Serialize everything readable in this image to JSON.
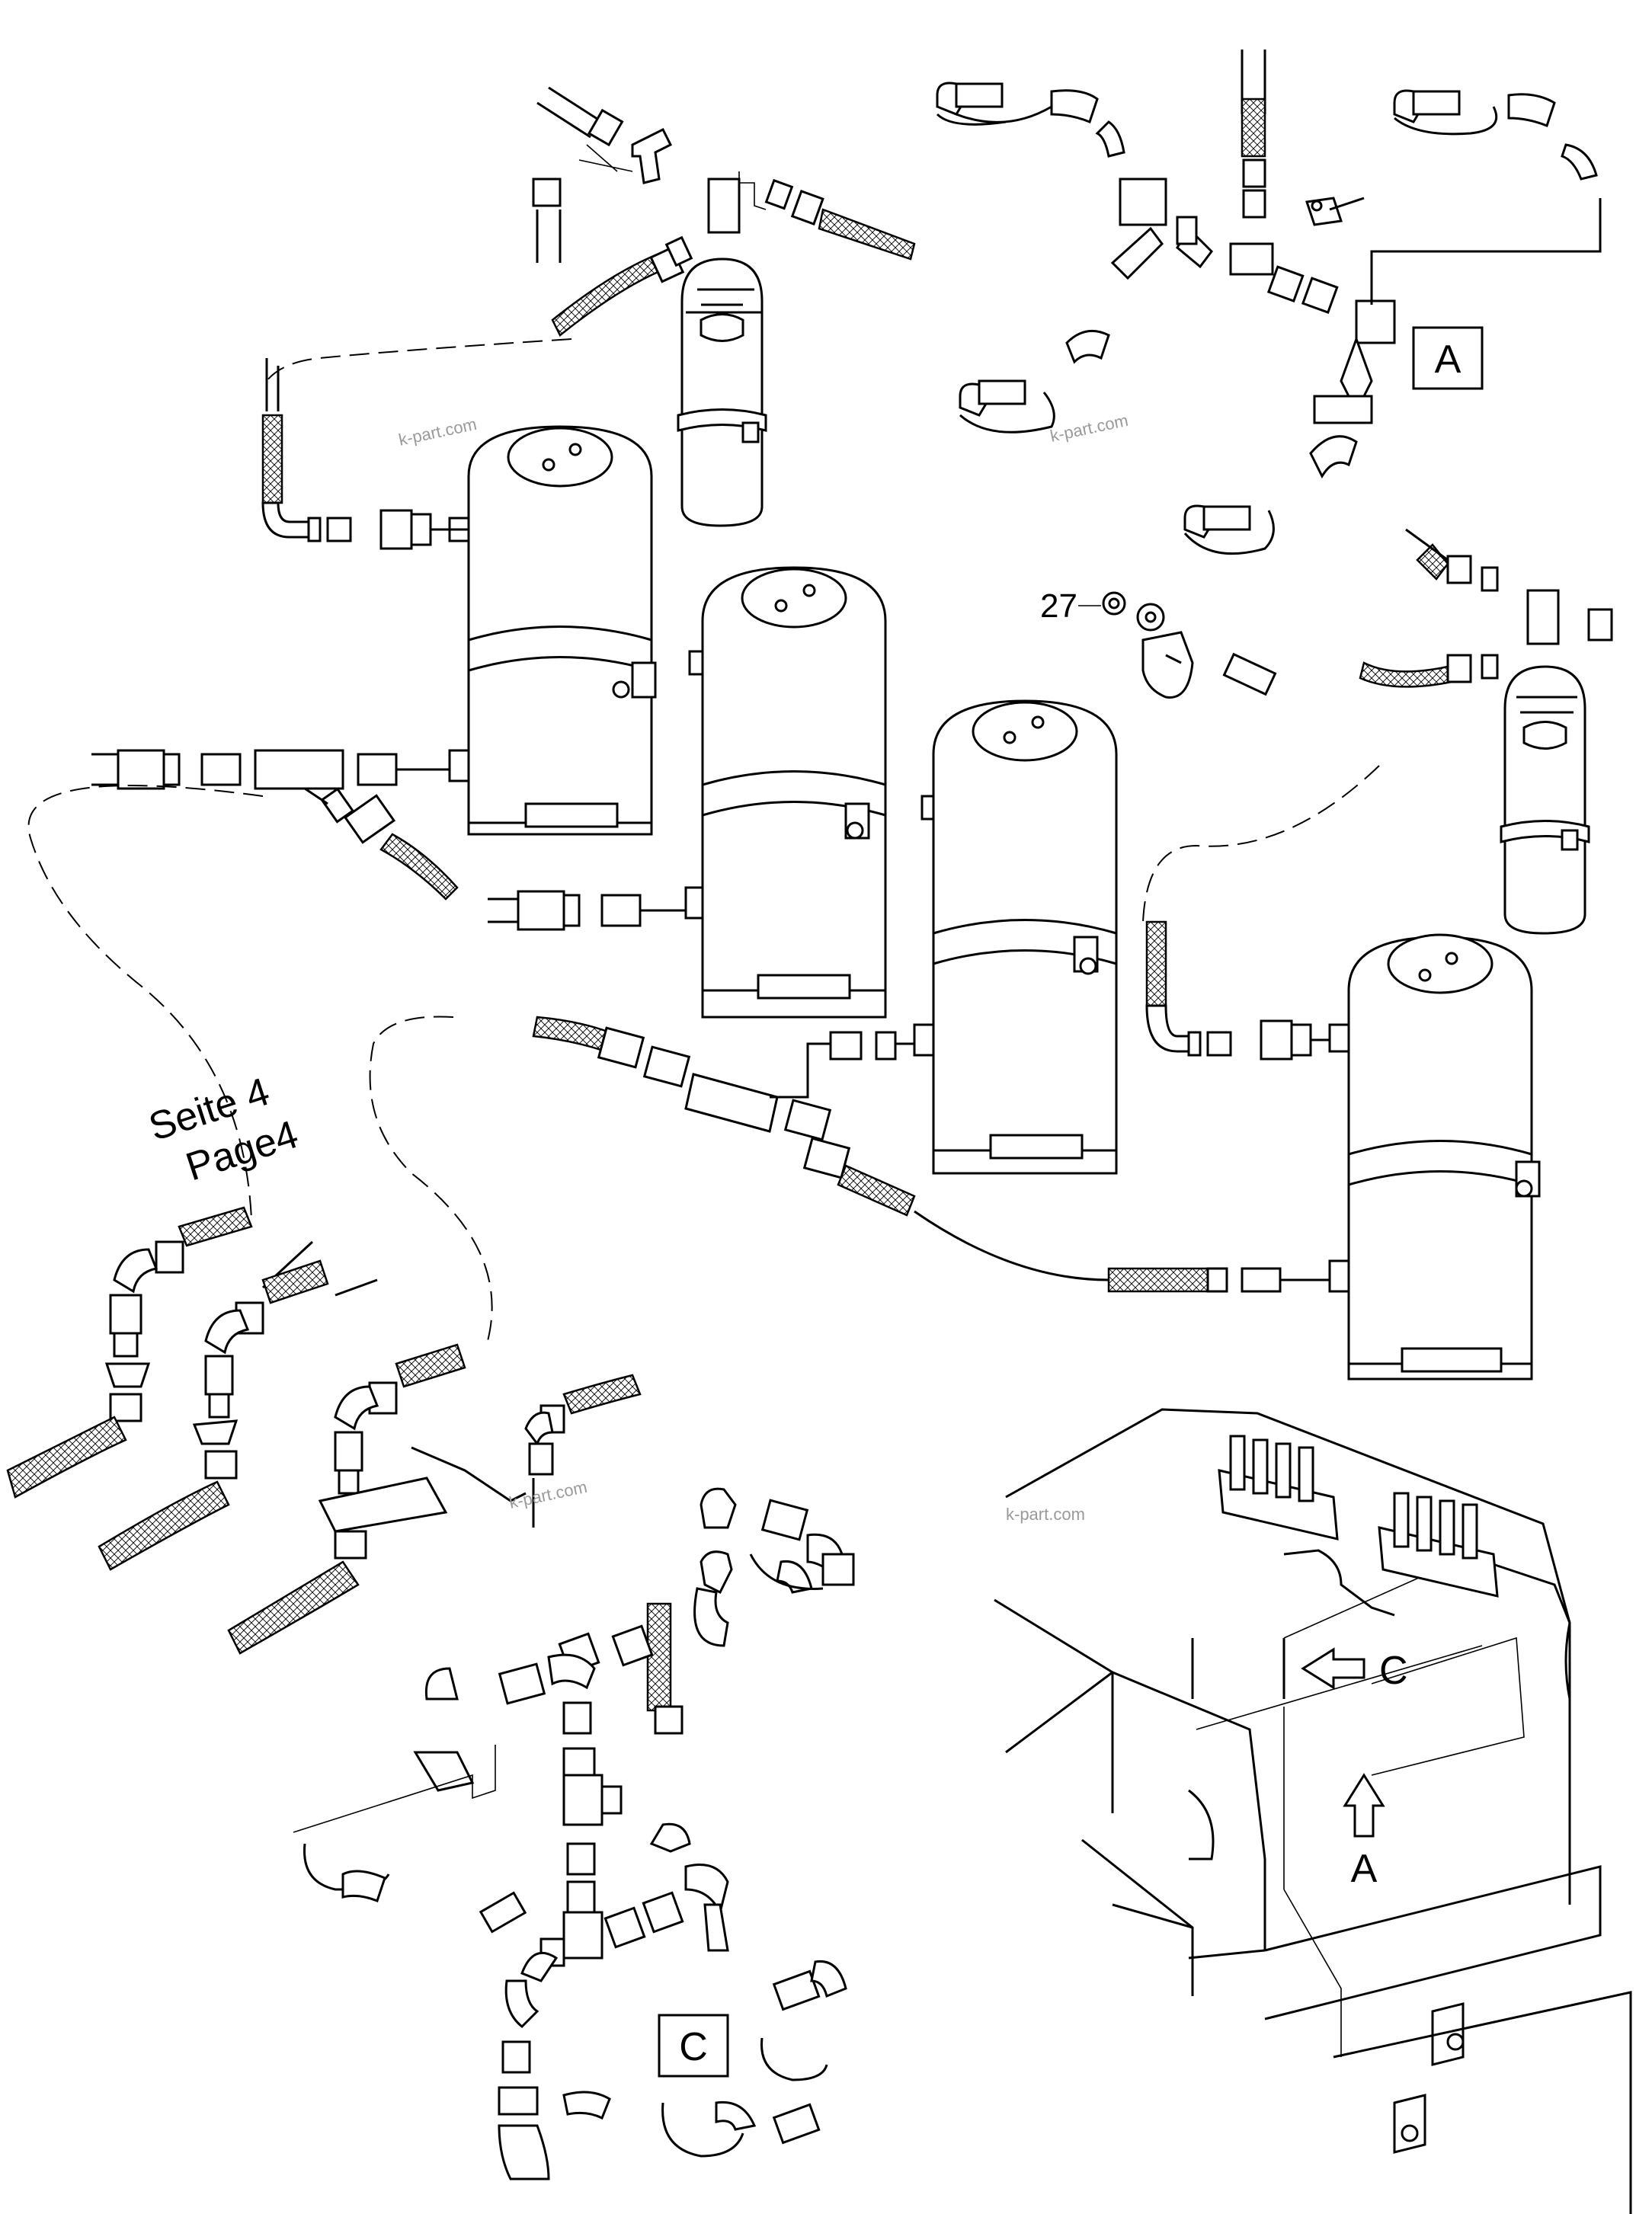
{
  "watermark": "k-part.com",
  "callout_number": "27",
  "view_labels": {
    "view_a": "A",
    "view_c": "C"
  },
  "arrow_labels": {
    "arrow_a": "A",
    "arrow_c": "C"
  },
  "page_reference": {
    "line1": "Seite 4",
    "line2": "Page4"
  }
}
